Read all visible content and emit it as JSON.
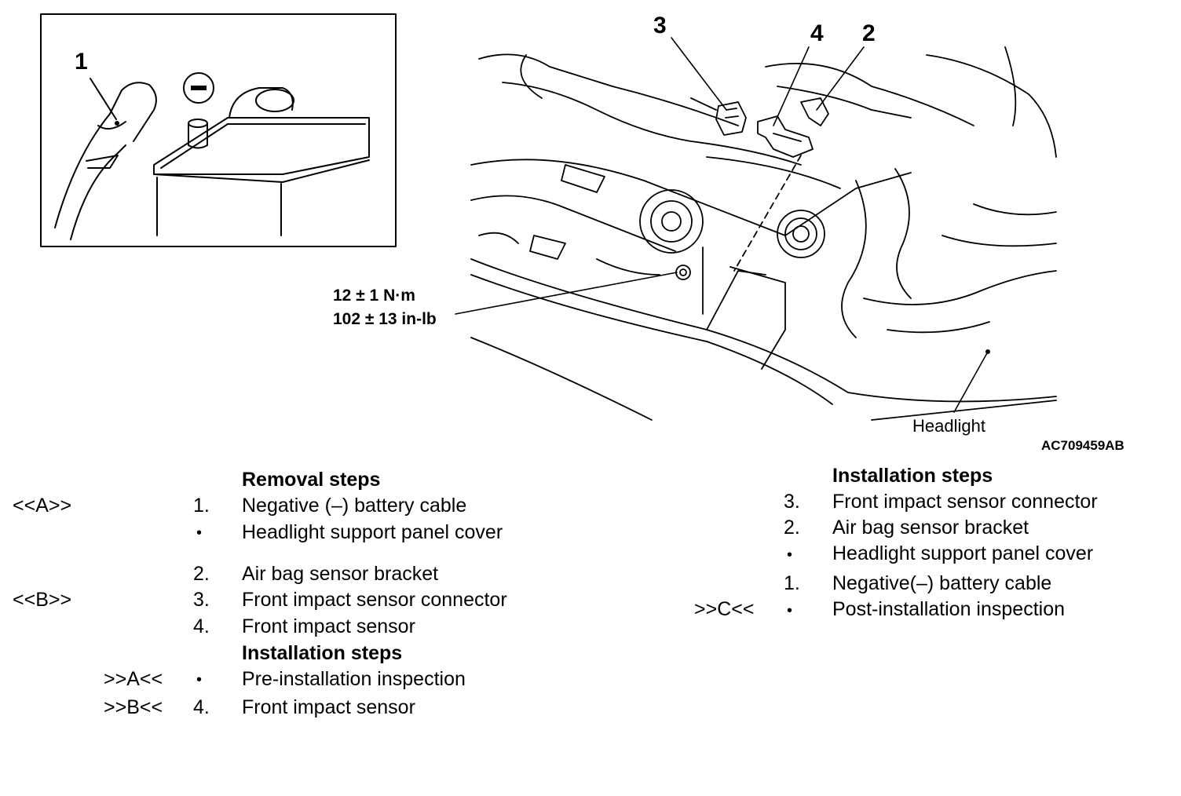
{
  "illustration": {
    "callouts": {
      "c1": "1",
      "c2": "2",
      "c3": "3",
      "c4": "4"
    },
    "minus_symbol": "−",
    "torque_line1": "12 ± 1 N·m",
    "torque_line2": "102 ± 13 in-lb",
    "headlight_label": "Headlight",
    "figure_code": "AC709459AB"
  },
  "removal": {
    "heading": "Removal steps",
    "rows": [
      {
        "ref": "<<A>>",
        "num": "1.",
        "text": "Negative (–) battery cable"
      },
      {
        "ref": "",
        "num": "•",
        "text": "Headlight support panel cover"
      },
      {
        "ref": "",
        "num": "2.",
        "text": "Air bag sensor bracket"
      },
      {
        "ref": "<<B>>",
        "num": "3.",
        "text": "Front impact sensor connector"
      },
      {
        "ref": "",
        "num": "4.",
        "text": "Front impact sensor"
      }
    ]
  },
  "installation_left": {
    "heading": "Installation steps",
    "rows": [
      {
        "ref": ">>A<<",
        "num": "•",
        "text": "Pre-installation inspection"
      },
      {
        "ref": ">>B<<",
        "num": "4.",
        "text": "Front impact sensor"
      }
    ]
  },
  "installation_right": {
    "heading": "Installation steps",
    "rows": [
      {
        "ref": "",
        "num": "3.",
        "text": "Front impact sensor connector"
      },
      {
        "ref": "",
        "num": "2.",
        "text": "Air bag sensor bracket"
      },
      {
        "ref": "",
        "num": "•",
        "text": "Headlight support panel cover"
      },
      {
        "ref": "",
        "num": "1.",
        "text": "Negative(–) battery cable"
      },
      {
        "ref": ">>C<<",
        "num": "•",
        "text": "Post-installation inspection"
      }
    ]
  }
}
